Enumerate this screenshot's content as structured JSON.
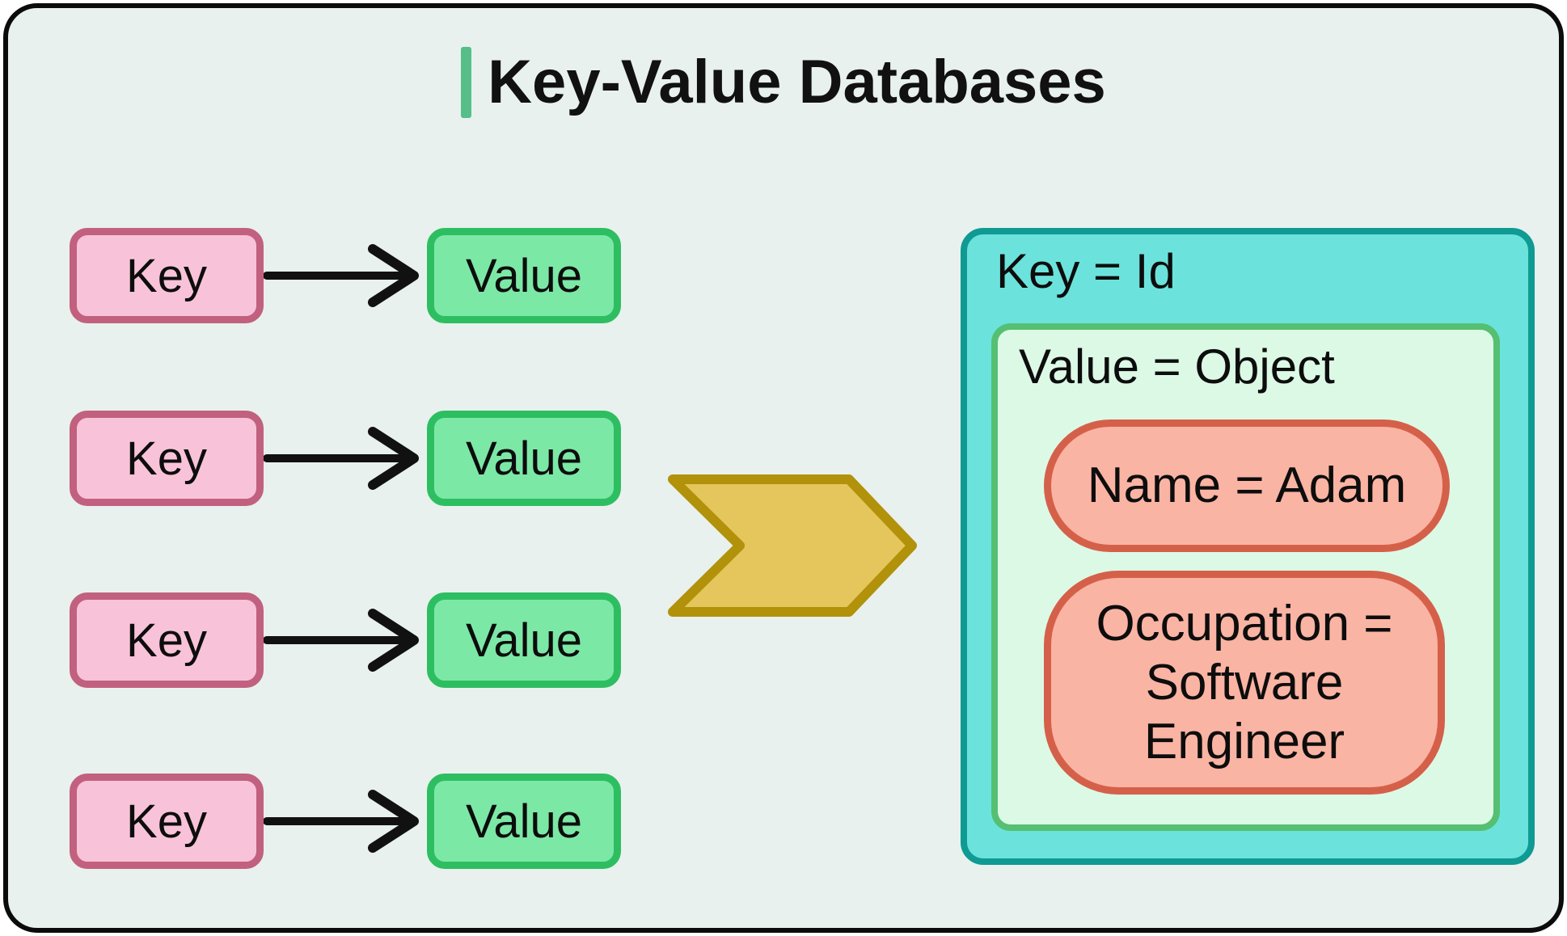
{
  "title": {
    "text": "Key-Value Databases"
  },
  "left_panel": {
    "rows": [
      {
        "key": "Key",
        "value": "Value"
      },
      {
        "key": "Key",
        "value": "Value"
      },
      {
        "key": "Key",
        "value": "Value"
      },
      {
        "key": "Key",
        "value": "Value"
      }
    ]
  },
  "right_panel": {
    "key_label": "Key = Id",
    "value_label": "Value = Object",
    "properties": [
      {
        "text": "Name = Adam"
      },
      {
        "text": "Occupation =\nSoftware\nEngineer"
      }
    ]
  },
  "colors": {
    "background": "#e8f1ed",
    "frame_border": "#0b0b0b",
    "title_accent": "#57be8a",
    "key_fill": "#f8c3d8",
    "key_border": "#c2607f",
    "value_fill": "#7ce8a6",
    "value_border": "#2ebe62",
    "arrow": "#111111",
    "chevron_fill": "#e5c65c",
    "chevron_border": "#b2910b",
    "record_fill": "#6be3dc",
    "record_border": "#0f9a93",
    "object_fill": "#dcf9e6",
    "object_border": "#55bf72",
    "pill_fill": "#fab4a3",
    "pill_border": "#d5604a"
  }
}
